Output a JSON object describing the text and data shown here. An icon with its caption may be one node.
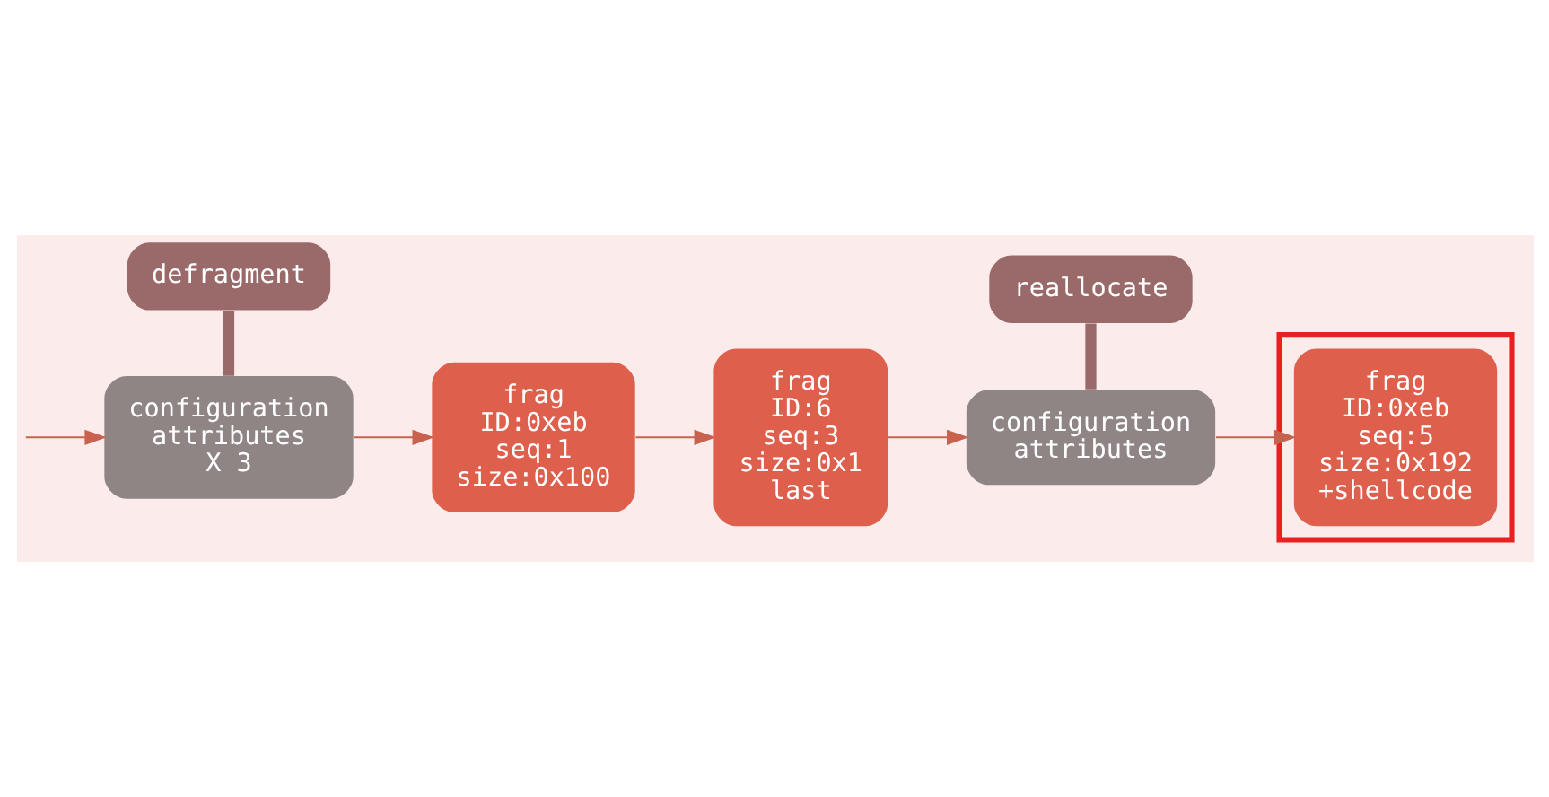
{
  "diagram": {
    "nodes": [
      {
        "text": [
          "frag ID:6 seq:3 size:0x1 last"
        ]
      },
      {
        "text": [
          "defragment"
        ]
      },
      {
        "text": [
          "reallocate"
        ]
      },
      {
        "text": [
          "configuration attributes",
          "X 3"
        ]
      },
      {
        "text": [
          "frag ID:0xeb seq:1 size:0x100"
        ]
      },
      {
        "text": [
          "configuration attributes"
        ]
      },
      {
        "text": [],
        "shape": "box"
      },
      {
        "text": [
          "frag ID:0xeb seq:5 size:0x192 +shellcode"
        ],
        "in": 6
      }
    ],
    "edges": [
      {
        "from": null,
        "to": 3,
        "arrow": "to"
      },
      {
        "from": 1,
        "to": 3,
        "arrow": "none",
        "style": "thick",
        "color": "#9a6a6a"
      },
      {
        "from": 3,
        "to": 4,
        "arrow": "to"
      },
      {
        "from": 4,
        "to": 0,
        "arrow": "to"
      },
      {
        "from": 0,
        "to": 5,
        "arrow": "to"
      },
      {
        "from": 2,
        "to": 5,
        "arrow": "none",
        "style": "thick",
        "color": "#9a6a6a"
      },
      {
        "from": 5,
        "to": 7,
        "arrow": "to"
      }
    ]
  }
}
